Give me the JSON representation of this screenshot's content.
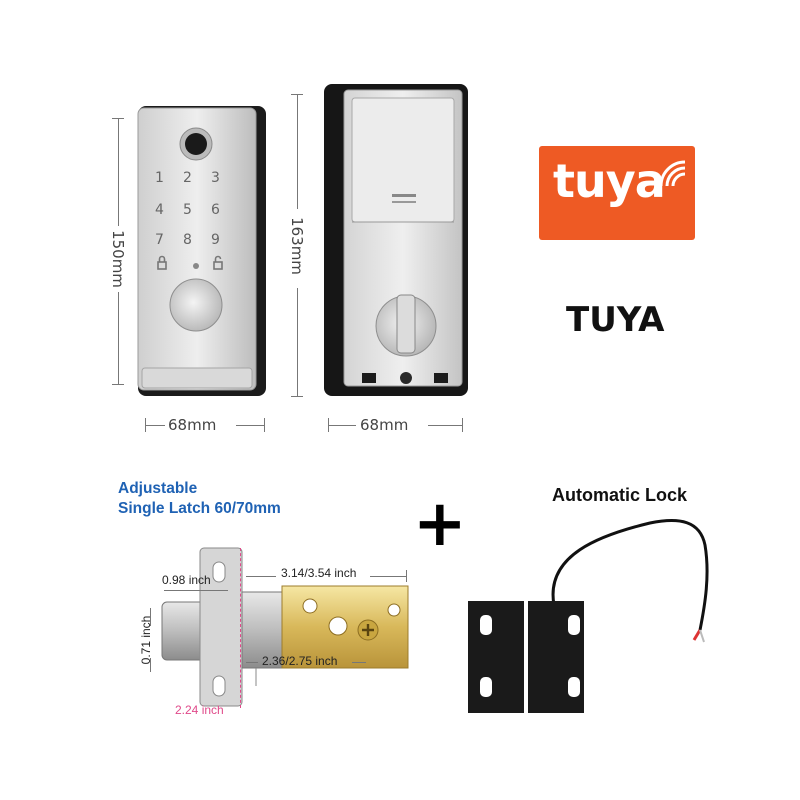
{
  "lock_front": {
    "keypad": [
      "1",
      "2",
      "3",
      "4",
      "5",
      "6",
      "7",
      "8",
      "9"
    ],
    "height_label": "150mm",
    "width_label": "68mm"
  },
  "lock_back": {
    "height_label": "163mm",
    "width_label": "68mm"
  },
  "brand": {
    "logo_text": "tuya",
    "name": "TUYA",
    "logo_color": "#ee5a24"
  },
  "latch": {
    "title_line1": "Adjustable",
    "title_line2": "Single Latch 60/70mm",
    "dim_098": "0.98 inch",
    "dim_314": "3.14/3.54 inch",
    "dim_071": "0.71 inch",
    "dim_236": "2.36/2.75 inch",
    "dim_224": "2.24 inch"
  },
  "sensor": {
    "label": "Automatic Lock"
  },
  "plus_sign": "+"
}
